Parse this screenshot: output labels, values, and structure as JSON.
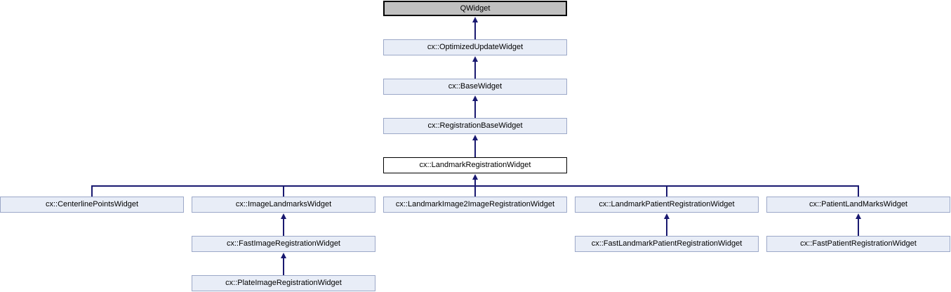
{
  "diagram": {
    "kind": "class-inheritance-graph",
    "colors": {
      "background": "#FFFFFF",
      "node_fill": "#E8EDF7",
      "node_border": "#9CA8C8",
      "external_node_fill": "#C0C0C0",
      "external_node_border": "#000000",
      "current_node_fill": "#FFFFFF",
      "current_node_border": "#000000",
      "edge": "#191970",
      "text": "#000000"
    },
    "nodes": [
      {
        "id": "qwidget",
        "label": "QWidget",
        "kind": "external"
      },
      {
        "id": "optimized-update-widget",
        "label": "cx::OptimizedUpdateWidget",
        "kind": "class"
      },
      {
        "id": "base-widget",
        "label": "cx::BaseWidget",
        "kind": "class"
      },
      {
        "id": "registration-base-widget",
        "label": "cx::RegistrationBaseWidget",
        "kind": "class"
      },
      {
        "id": "landmark-registration-widget",
        "label": "cx::LandmarkRegistrationWidget",
        "kind": "current"
      },
      {
        "id": "centerline-points-widget",
        "label": "cx::CenterlinePointsWidget",
        "kind": "class"
      },
      {
        "id": "image-landmarks-widget",
        "label": "cx::ImageLandmarksWidget",
        "kind": "class"
      },
      {
        "id": "landmark-image2image-registration-widget",
        "label": "cx::LandmarkImage2ImageRegistrationWidget",
        "kind": "class"
      },
      {
        "id": "landmark-patient-registration-widget",
        "label": "cx::LandmarkPatientRegistrationWidget",
        "kind": "class"
      },
      {
        "id": "patient-landmarks-widget",
        "label": "cx::PatientLandMarksWidget",
        "kind": "class"
      },
      {
        "id": "fast-image-registration-widget",
        "label": "cx::FastImageRegistrationWidget",
        "kind": "class"
      },
      {
        "id": "fast-landmark-patient-registration-widget",
        "label": "cx::FastLandmarkPatientRegistrationWidget",
        "kind": "class"
      },
      {
        "id": "fast-patient-registration-widget",
        "label": "cx::FastPatientRegistrationWidget",
        "kind": "class"
      },
      {
        "id": "plate-image-registration-widget",
        "label": "cx::PlateImageRegistrationWidget",
        "kind": "class"
      }
    ],
    "edges": [
      {
        "from": "cx::OptimizedUpdateWidget",
        "to": "QWidget"
      },
      {
        "from": "cx::BaseWidget",
        "to": "cx::OptimizedUpdateWidget"
      },
      {
        "from": "cx::RegistrationBaseWidget",
        "to": "cx::BaseWidget"
      },
      {
        "from": "cx::LandmarkRegistrationWidget",
        "to": "cx::RegistrationBaseWidget"
      },
      {
        "from": "cx::CenterlinePointsWidget",
        "to": "cx::LandmarkRegistrationWidget"
      },
      {
        "from": "cx::ImageLandmarksWidget",
        "to": "cx::LandmarkRegistrationWidget"
      },
      {
        "from": "cx::LandmarkImage2ImageRegistrationWidget",
        "to": "cx::LandmarkRegistrationWidget"
      },
      {
        "from": "cx::LandmarkPatientRegistrationWidget",
        "to": "cx::LandmarkRegistrationWidget"
      },
      {
        "from": "cx::PatientLandMarksWidget",
        "to": "cx::LandmarkRegistrationWidget"
      },
      {
        "from": "cx::FastImageRegistrationWidget",
        "to": "cx::ImageLandmarksWidget"
      },
      {
        "from": "cx::PlateImageRegistrationWidget",
        "to": "cx::FastImageRegistrationWidget"
      },
      {
        "from": "cx::FastLandmarkPatientRegistrationWidget",
        "to": "cx::LandmarkPatientRegistrationWidget"
      },
      {
        "from": "cx::FastPatientRegistrationWidget",
        "to": "cx::PatientLandMarksWidget"
      }
    ]
  }
}
